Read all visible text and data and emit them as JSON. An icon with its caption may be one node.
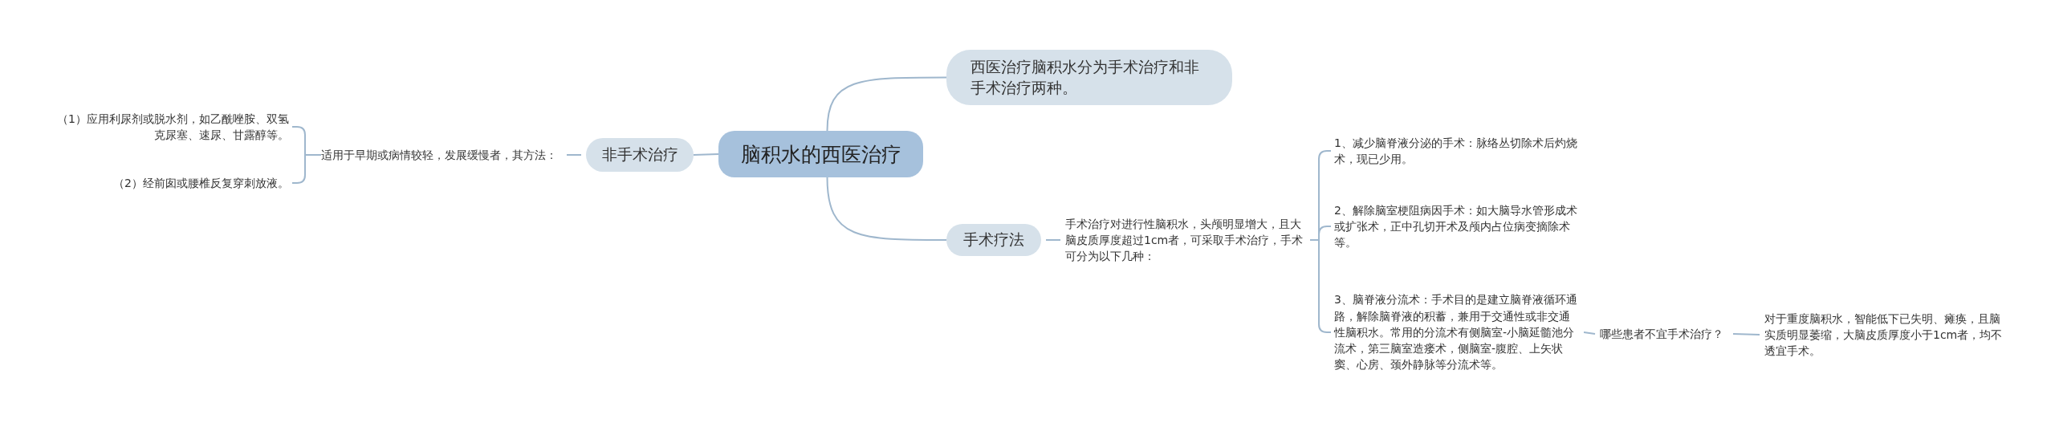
{
  "diagram": {
    "nodes": [
      {
        "text": [
          "脑积水的西医治疗"
        ]
      },
      {
        "text": [
          "西医治疗脑积水分为手术治疗和非手术治疗两种。"
        ]
      },
      {
        "text": [
          "非手术治疗"
        ]
      },
      {
        "text": [
          "适用于早期或病情较轻，发展缓慢者，其方法："
        ]
      },
      {
        "text": [
          "（1）应用利尿剂或脱水剂，如乙酰唑胺、双氢克尿塞、速尿、甘露醇等。"
        ]
      },
      {
        "text": [
          "（2）经前囱或腰椎反复穿刺放液。"
        ]
      },
      {
        "text": [
          "手术疗法"
        ]
      },
      {
        "text": [
          "手术治疗对进行性脑积水，头颅明显增大，且大脑皮质厚度超过1cm者，可采取手术治疗，手术可分为以下几种："
        ]
      },
      {
        "text": [
          "1、减少脑脊液分泌的手术：脉络丛切除术后灼烧术，现已少用。"
        ]
      },
      {
        "text": [
          "2、解除脑室梗阻病因手术：如大脑导水管形成术或扩张术，正中孔切开术及颅内占位病变摘除术等。"
        ]
      },
      {
        "text": [
          "3、脑脊液分流术：手术目的是建立脑脊液循环通路，解除脑脊液的积蓄，兼用于交通性或非交通性脑积水。常用的分流术有侧脑室-小脑延髓池分流术，第三脑室造瘘术，侧脑室-腹腔、上矢状窦、心房、颈外静脉等分流术等。"
        ]
      },
      {
        "text": [
          "哪些患者不宜手术治疗？"
        ]
      },
      {
        "text": [
          "对于重度脑积水，智能低下已失明、瘫痪，且脑实质明显萎缩，大脑皮质厚度小于1cm者，均不透宜手术。"
        ]
      }
    ],
    "edges": [
      {
        "from": 0,
        "to": 1,
        "arrow": "none"
      },
      {
        "from": 0,
        "to": 2,
        "arrow": "none"
      },
      {
        "from": 0,
        "to": 6,
        "arrow": "none"
      },
      {
        "from": 2,
        "to": 3,
        "arrow": "none"
      },
      {
        "from": 3,
        "to": 4,
        "arrow": "none"
      },
      {
        "from": 3,
        "to": 5,
        "arrow": "none"
      },
      {
        "from": 6,
        "to": 7,
        "arrow": "none"
      },
      {
        "from": 7,
        "to": 8,
        "arrow": "none"
      },
      {
        "from": 7,
        "to": 9,
        "arrow": "none"
      },
      {
        "from": 7,
        "to": 10,
        "arrow": "none"
      },
      {
        "from": 10,
        "to": 11,
        "arrow": "none"
      },
      {
        "from": 11,
        "to": 12,
        "arrow": "none"
      }
    ]
  }
}
